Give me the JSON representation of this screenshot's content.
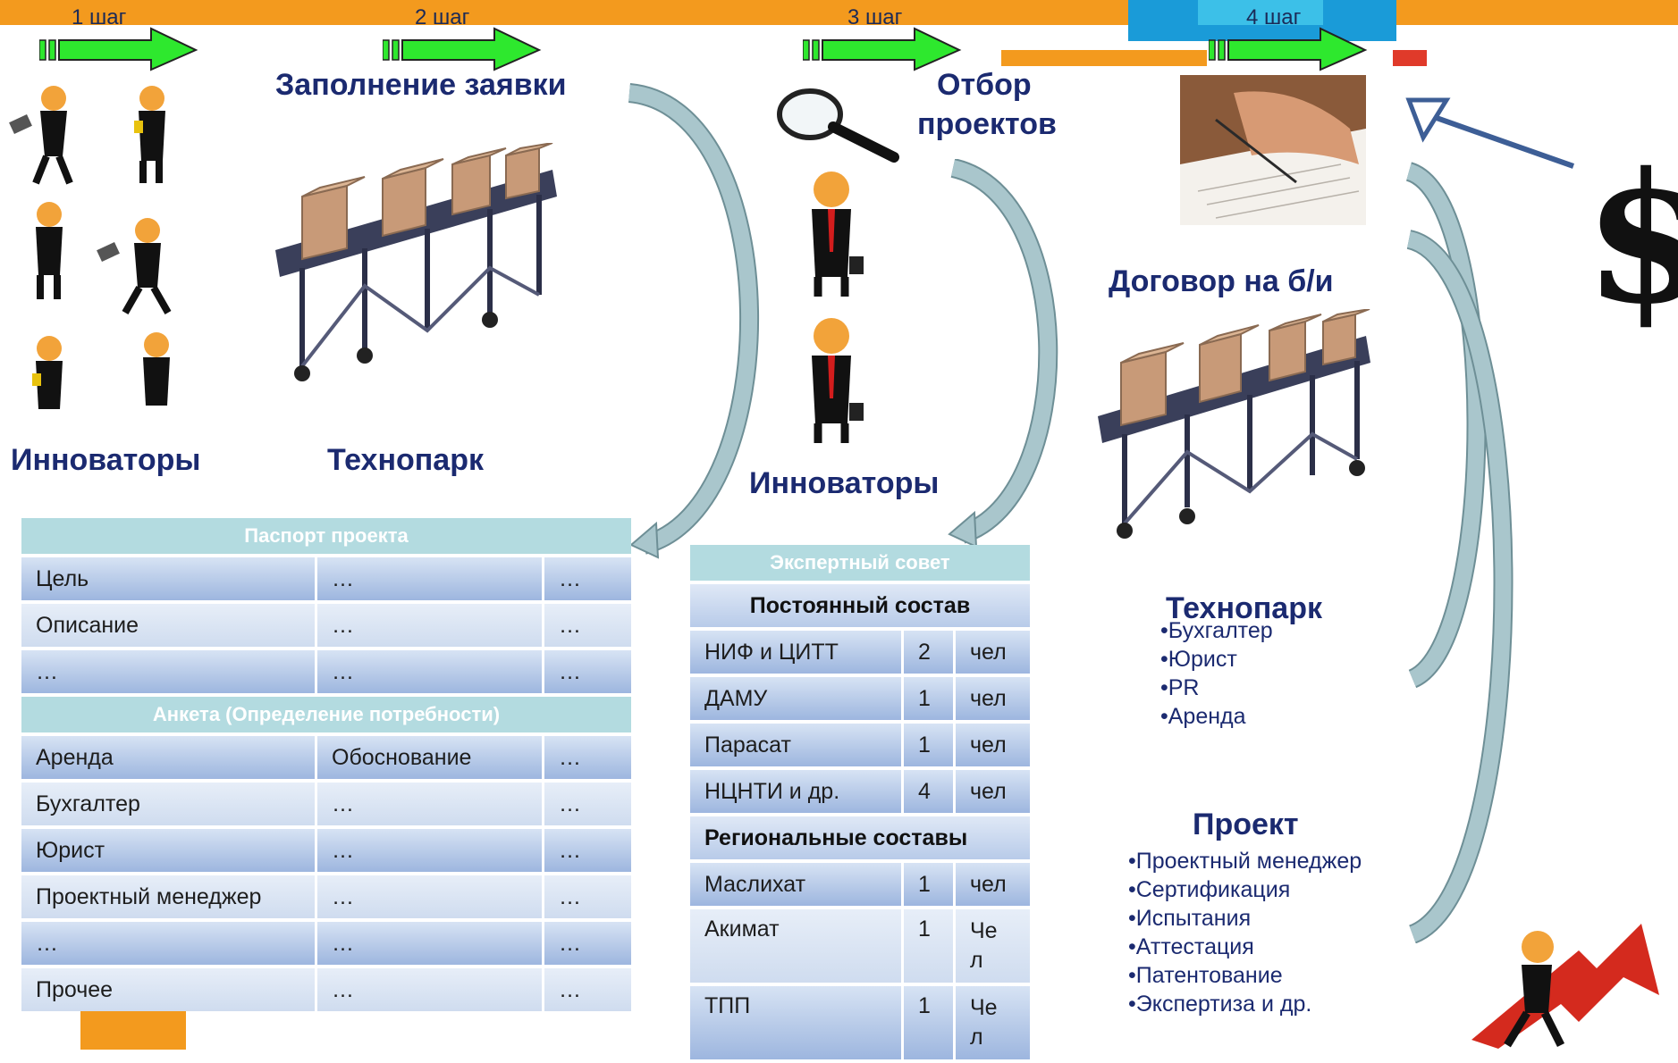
{
  "steps": [
    "1 шаг",
    "2 шаг",
    "3 шаг",
    "4 шаг"
  ],
  "headings": {
    "fill_application": "Заполнение заявки",
    "selection_line1": "Отбор",
    "selection_line2": "проектов",
    "contract": "Договор на б/и",
    "innovators_left": "Инноваторы",
    "technopark_left": "Технопарк",
    "innovators_mid": "Инноваторы",
    "technopark_right": "Технопарк",
    "project": "Проект"
  },
  "passport_table": {
    "header": "Паспорт проекта",
    "rows": [
      [
        "Цель",
        "…",
        "…"
      ],
      [
        "Описание",
        "…",
        "…"
      ],
      [
        "…",
        "…",
        "…"
      ]
    ],
    "header2": "Анкета (Определение потребности)",
    "rows2": [
      [
        "Аренда",
        "Обоснование",
        "…"
      ],
      [
        "Бухгалтер",
        "…",
        "…"
      ],
      [
        "Юрист",
        "…",
        "…"
      ],
      [
        "Проектный менеджер",
        "…",
        "…"
      ],
      [
        "…",
        "…",
        "…"
      ],
      [
        "Прочее",
        "…",
        "…"
      ]
    ]
  },
  "expert_table": {
    "header": "Экспертный совет",
    "permanent": "Постоянный состав",
    "permanent_rows": [
      [
        "НИФ и ЦИТТ",
        "2",
        "чел"
      ],
      [
        "ДАМУ",
        "1",
        "чел"
      ],
      [
        "Парасат",
        "1",
        "чел"
      ],
      [
        "НЦНТИ и др.",
        "4",
        "чел"
      ]
    ],
    "regional": "Региональные составы",
    "regional_rows": [
      [
        "Маслихат",
        "1",
        "чел"
      ],
      [
        "Акимат",
        "1",
        "Че\nл"
      ],
      [
        "ТПП",
        "1",
        "Че\nл"
      ]
    ]
  },
  "technopark_services": [
    "•Бухгалтер",
    "•Юрист",
    "•PR",
    "•Аренда"
  ],
  "project_services": [
    "•Проектный менеджер",
    "•Сертификация",
    "•Испытания",
    "•Аттестация",
    "•Патентование",
    "•Экспертиза и др."
  ],
  "dollar_symbol": "$",
  "colors": {
    "banner_orange": "#f39a1e",
    "banner_blue": "#1a9bd8",
    "step_arrow_green": "#2ee82e",
    "heading_navy": "#1b2a70",
    "table_header_teal": "#b3dbe0",
    "curve_arrow": "#a9c6cc",
    "arrow_blue": "#3d5e96"
  }
}
